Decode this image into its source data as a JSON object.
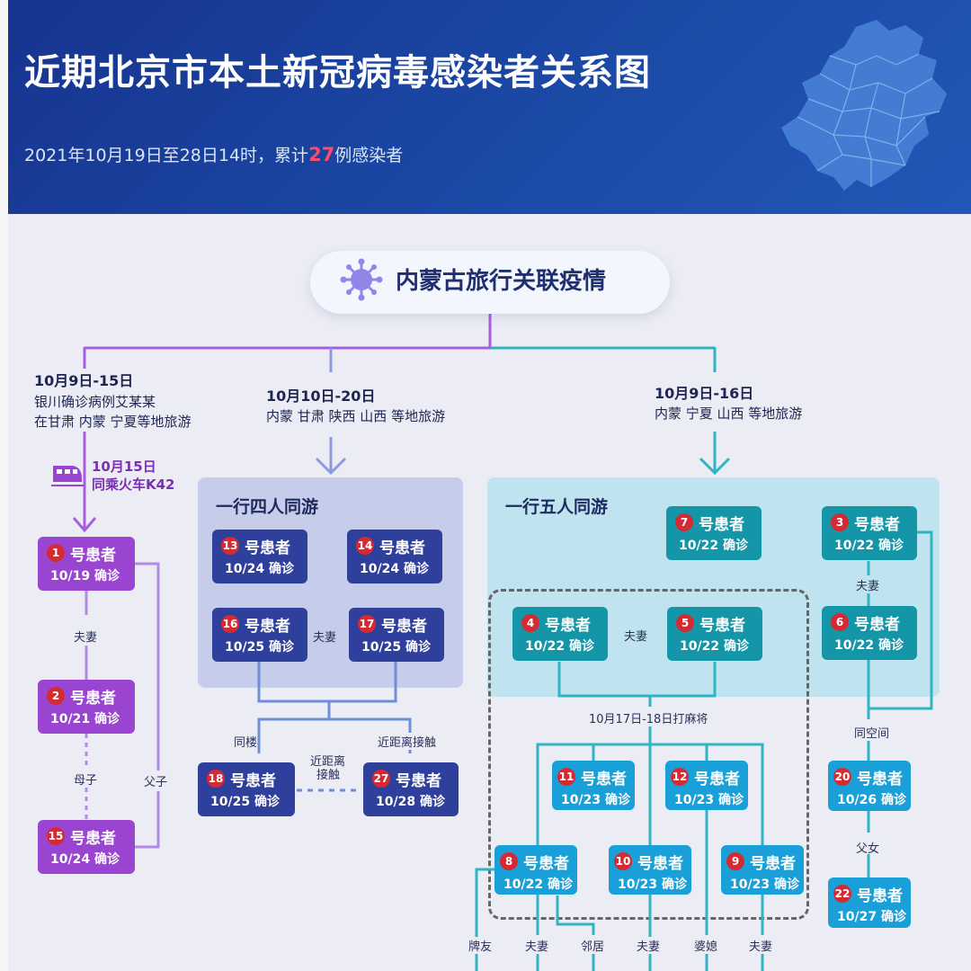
{
  "header": {
    "title": "近期北京市本土新冠病毒感染者关系图",
    "subtitle_prefix": "2021年10月19日至28日14时，累计",
    "subtitle_count": "27",
    "subtitle_suffix": "例感染者"
  },
  "theme": {
    "label": "内蒙古旅行关联疫情"
  },
  "branches": {
    "left": {
      "dates": "10月9日-15日",
      "line1": "银川确诊病例艾某某",
      "line2": "在甘肃 内蒙 宁夏等地旅游",
      "train_date": "10月15日",
      "train_text": "同乘火车K42"
    },
    "middle": {
      "dates": "10月10日-20日",
      "line1": "内蒙 甘肃 陕西 山西 等地旅游",
      "group": "一行四人同游"
    },
    "right": {
      "dates": "10月9日-16日",
      "line1": "内蒙 宁夏 山西 等地旅游",
      "group": "一行五人同游"
    }
  },
  "suffix": "号患者",
  "cards": {
    "p1": {
      "num": "1",
      "date": "10/19 确诊"
    },
    "p2": {
      "num": "2",
      "date": "10/21 确诊"
    },
    "p15": {
      "num": "15",
      "date": "10/24 确诊"
    },
    "p13": {
      "num": "13",
      "date": "10/24 确诊"
    },
    "p14": {
      "num": "14",
      "date": "10/24 确诊"
    },
    "p16": {
      "num": "16",
      "date": "10/25 确诊"
    },
    "p17": {
      "num": "17",
      "date": "10/25 确诊"
    },
    "p18": {
      "num": "18",
      "date": "10/25 确诊"
    },
    "p27": {
      "num": "27",
      "date": "10/28 确诊"
    },
    "p7": {
      "num": "7",
      "date": "10/22 确诊"
    },
    "p3": {
      "num": "3",
      "date": "10/22 确诊"
    },
    "p6": {
      "num": "6",
      "date": "10/22 确诊"
    },
    "p4": {
      "num": "4",
      "date": "10/22 确诊"
    },
    "p5": {
      "num": "5",
      "date": "10/22 确诊"
    },
    "p11": {
      "num": "11",
      "date": "10/23 确诊"
    },
    "p12": {
      "num": "12",
      "date": "10/23 确诊"
    },
    "p8": {
      "num": "8",
      "date": "10/22 确诊"
    },
    "p10": {
      "num": "10",
      "date": "10/23 确诊"
    },
    "p9": {
      "num": "9",
      "date": "10/23 确诊"
    },
    "p20": {
      "num": "20",
      "date": "10/26 确诊"
    },
    "p22": {
      "num": "22",
      "date": "10/27 确诊"
    }
  },
  "relations": {
    "fuqi": "夫妻",
    "muzi": "母子",
    "fuzi": "父子",
    "tonglou": "同楼",
    "jinjuli": "近距离接触",
    "jinjuli_a": "近距离",
    "jinjuli_b": "接触",
    "mahjong": "10月17日-18日打麻将",
    "tongkongjian": "同空间",
    "funv": "父女",
    "paiyou": "牌友",
    "linju": "邻居",
    "poxi": "婆媳"
  },
  "colors": {
    "purple": "#9a45d2",
    "navy": "#2e3f9c",
    "teal": "#1496a8",
    "blue": "#1aa0d8",
    "badge": "#d62a33"
  }
}
